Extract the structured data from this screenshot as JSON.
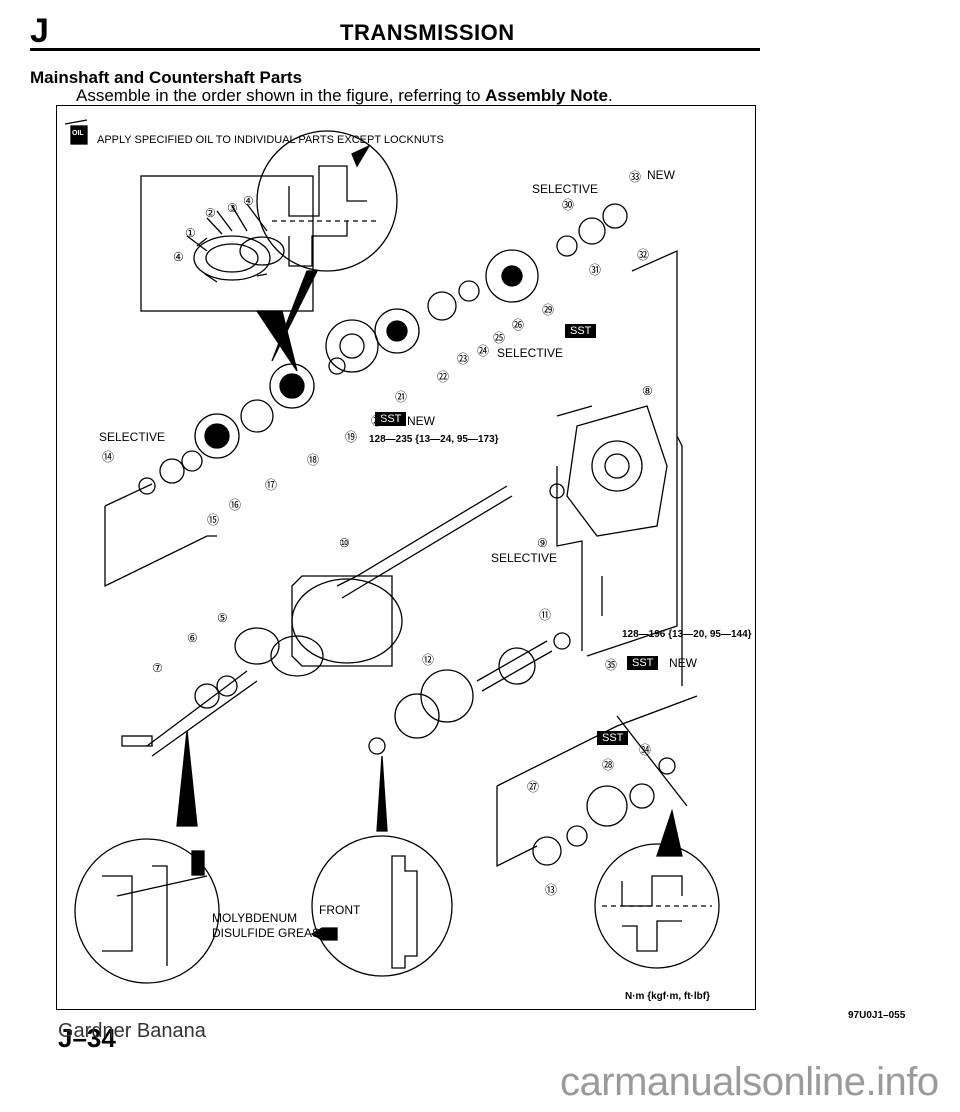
{
  "header": {
    "section_letter": "J",
    "title": "TRANSMISSION"
  },
  "section": {
    "title": "Mainshaft and Countershaft Parts",
    "instruction_prefix": "Assemble in the order shown in the figure, referring to ",
    "instruction_bold": "Assembly Note",
    "instruction_suffix": "."
  },
  "figure": {
    "oil_note": "APPLY SPECIFIED OIL TO INDIVIDUAL PARTS EXCEPT LOCKNUTS",
    "oil_icon_text": "OIL",
    "labels": {
      "selective": "SELECTIVE",
      "new": "NEW",
      "sst": "SST",
      "torque_1": "128—235 {13—24, 95—173}",
      "torque_2": "128—196 {13—20, 95—144}",
      "grease_1": "MOLYBDENUM",
      "grease_2": "DISULFIDE GREASE",
      "front": "FRONT",
      "units": "N·m {kgf·m, ft·lbf}"
    },
    "callouts": [
      "①",
      "②",
      "③",
      "④",
      "④",
      "⑤",
      "⑥",
      "⑦",
      "⑧",
      "⑨",
      "⑩",
      "⑪",
      "⑫",
      "⑬",
      "⑭",
      "⑮",
      "⑯",
      "⑰",
      "⑱",
      "⑲",
      "⑳",
      "㉑",
      "㉒",
      "㉓",
      "㉔",
      "㉕",
      "㉖",
      "㉗",
      "㉘",
      "㉙",
      "㉚",
      "㉛",
      "㉜",
      "㉝",
      "㉞",
      "㉟"
    ]
  },
  "footer": {
    "figure_ref": "97U0J1–055",
    "page_number": "J–34",
    "brand": "Gardner Banana"
  },
  "watermark": "carmanualsonline.info"
}
